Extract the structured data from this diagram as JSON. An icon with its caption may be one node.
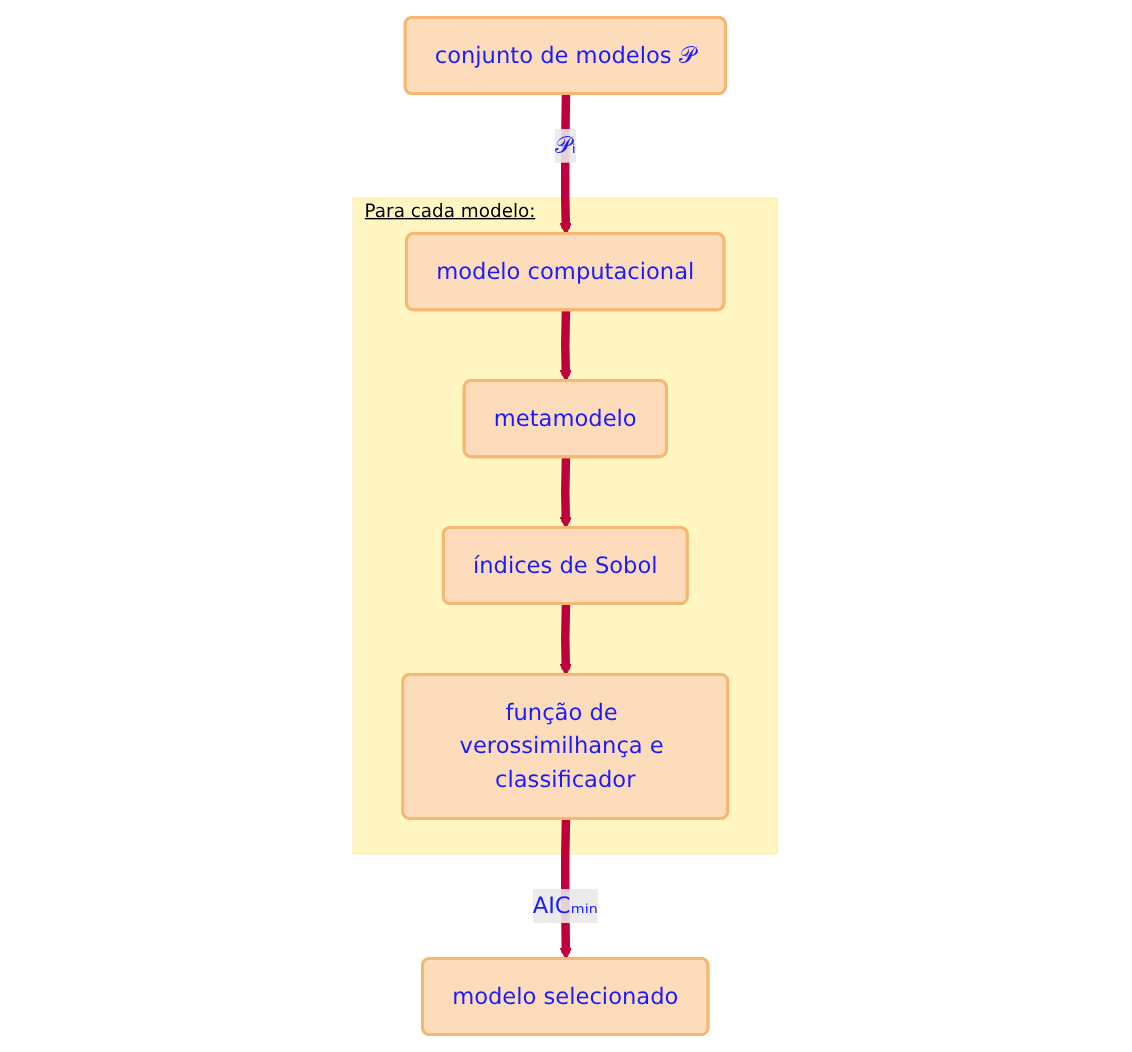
{
  "diagram": {
    "nodes": [
      {
        "text": [
          "conjunto de modelos 𝒫"
        ]
      },
      {
        "text": [
          "Para cada modelo:"
        ]
      },
      {
        "text": [
          "modelo computacional"
        ],
        "in": 1
      },
      {
        "text": [
          "metamodelo"
        ],
        "in": 1
      },
      {
        "text": [
          "índices de Sobol"
        ],
        "in": 1
      },
      {
        "text": [
          "função de verossimilhança e classificador"
        ],
        "in": 1
      },
      {
        "text": [
          "modelo selecionado"
        ]
      }
    ],
    "edges": [
      {
        "from": 0,
        "to": 2,
        "arrow": "to",
        "label": "𝒫ᵢ"
      },
      {
        "from": 2,
        "to": 3,
        "arrow": "to"
      },
      {
        "from": 3,
        "to": 4,
        "arrow": "to"
      },
      {
        "from": 4,
        "to": 5,
        "arrow": "to"
      },
      {
        "from": 5,
        "to": 6,
        "arrow": "to",
        "label": "AICₘᵢₙ"
      }
    ]
  }
}
